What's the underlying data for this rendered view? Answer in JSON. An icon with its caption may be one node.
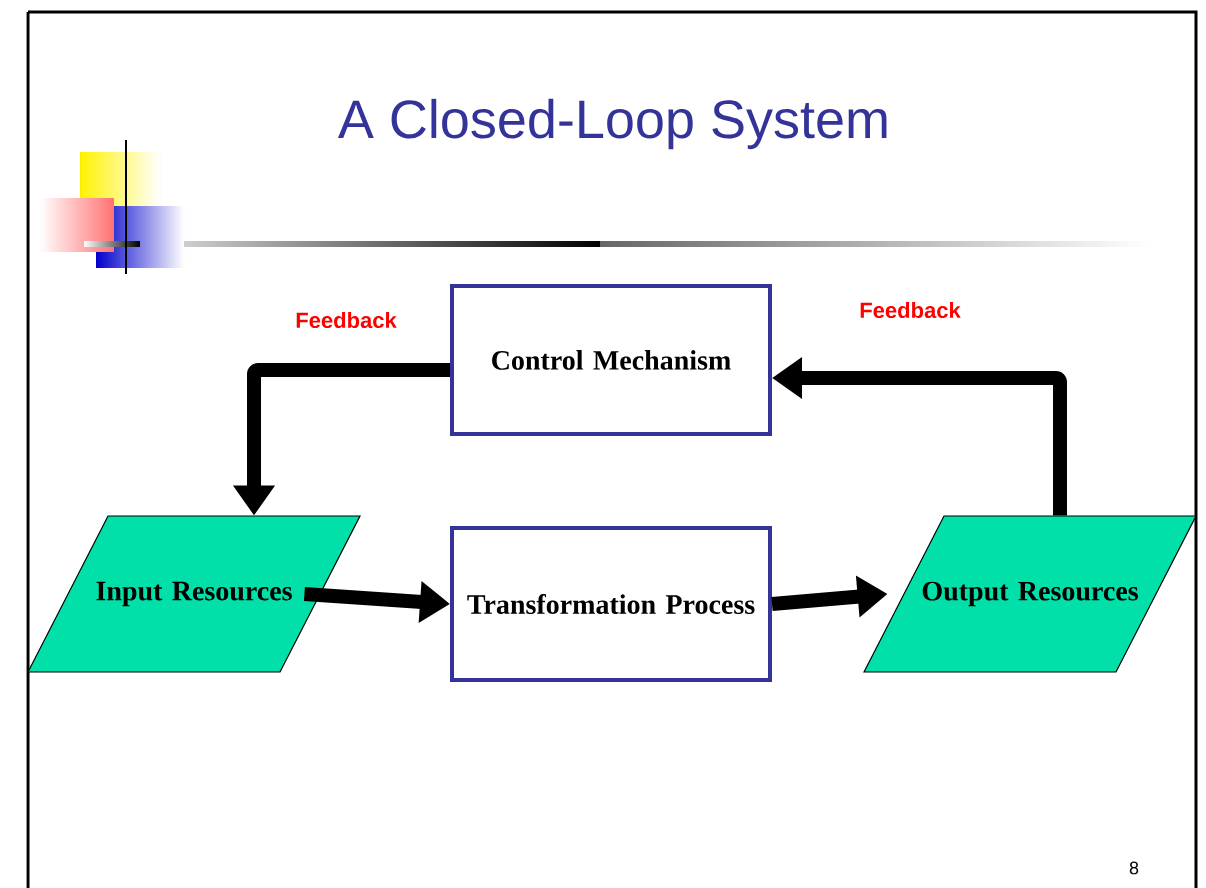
{
  "diagram": {
    "title": "A Closed-Loop System",
    "nodes": [
      {
        "text": [
          "Control Mechanism"
        ]
      },
      {
        "text": [
          "Input Resources"
        ]
      },
      {
        "text": [
          "Transformation Process"
        ]
      },
      {
        "text": [
          "Output Resources"
        ]
      }
    ],
    "edges": [
      {
        "from": 0,
        "to": 1,
        "arrow": "to",
        "label": "Feedback"
      },
      {
        "from": 1,
        "to": 2,
        "arrow": "to"
      },
      {
        "from": 2,
        "to": 3,
        "arrow": "to"
      },
      {
        "from": 3,
        "to": 0,
        "arrow": "to",
        "label": "Feedback"
      }
    ],
    "labels": [
      "8"
    ]
  }
}
